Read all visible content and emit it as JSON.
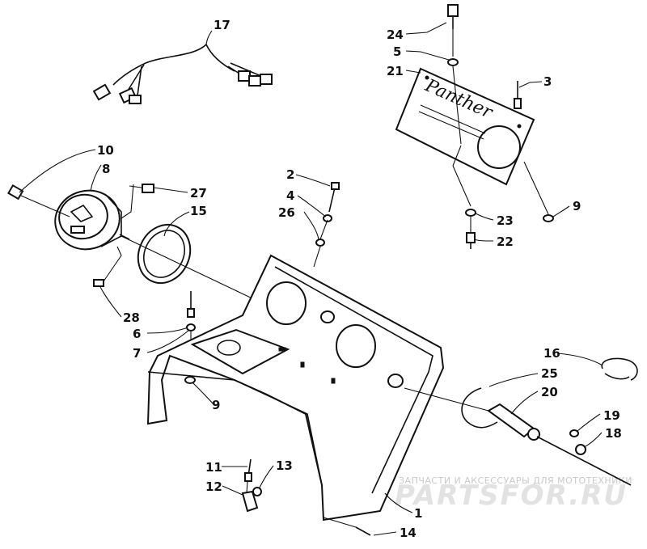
{
  "watermark": {
    "caption": "ЗАПЧАСТИ И АКСЕССУАРЫ ДЛЯ МОТОТЕХНИКИ",
    "brand": "PARTSFOR.RU"
  },
  "plate_script": "Panther",
  "callouts": [
    {
      "id": "c17",
      "label": "17"
    },
    {
      "id": "c24",
      "label": "24"
    },
    {
      "id": "c5",
      "label": "5"
    },
    {
      "id": "c21",
      "label": "21"
    },
    {
      "id": "c3",
      "label": "3"
    },
    {
      "id": "c10",
      "label": "10"
    },
    {
      "id": "c8",
      "label": "8"
    },
    {
      "id": "c27",
      "label": "27"
    },
    {
      "id": "c15",
      "label": "15"
    },
    {
      "id": "c2",
      "label": "2"
    },
    {
      "id": "c4",
      "label": "4"
    },
    {
      "id": "c26",
      "label": "26"
    },
    {
      "id": "c9a",
      "label": "9"
    },
    {
      "id": "c23",
      "label": "23"
    },
    {
      "id": "c22",
      "label": "22"
    },
    {
      "id": "c28",
      "label": "28"
    },
    {
      "id": "c6",
      "label": "6"
    },
    {
      "id": "c7",
      "label": "7"
    },
    {
      "id": "c9b",
      "label": "9"
    },
    {
      "id": "c16",
      "label": "16"
    },
    {
      "id": "c25",
      "label": "25"
    },
    {
      "id": "c20",
      "label": "20"
    },
    {
      "id": "c19",
      "label": "19"
    },
    {
      "id": "c18",
      "label": "18"
    },
    {
      "id": "c11",
      "label": "11"
    },
    {
      "id": "c13",
      "label": "13"
    },
    {
      "id": "c12",
      "label": "12"
    },
    {
      "id": "c1",
      "label": "1"
    },
    {
      "id": "c14",
      "label": "14"
    }
  ]
}
